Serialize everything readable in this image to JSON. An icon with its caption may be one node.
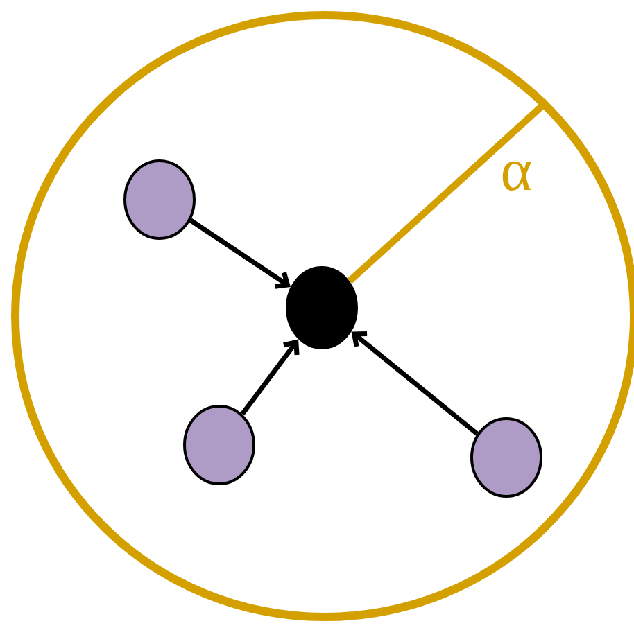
{
  "diagram": {
    "nodes": [
      {
        "text": [],
        "shape": "circle"
      },
      {
        "text": [],
        "shape": "circle",
        "in": 0
      },
      {
        "text": [],
        "shape": "circle",
        "in": 0
      },
      {
        "text": [],
        "shape": "circle",
        "in": 0
      },
      {
        "text": [],
        "shape": "circle",
        "in": 0
      }
    ],
    "edges": [
      {
        "from": 1,
        "to": 2,
        "arrow": "to"
      },
      {
        "from": 3,
        "to": 2,
        "arrow": "to"
      },
      {
        "from": 4,
        "to": 2,
        "arrow": "to"
      },
      {
        "from": 2,
        "to": 0,
        "arrow": "none",
        "label": "α",
        "color": "#d4a000"
      }
    ]
  }
}
